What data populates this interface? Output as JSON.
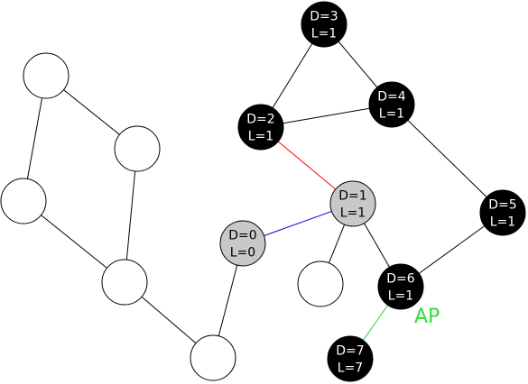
{
  "diagram": {
    "colors": {
      "background": "#ffffff",
      "edge_default": "#000000",
      "edge_red": "#ff0000",
      "edge_blue": "#0000cc",
      "edge_green": "#33cc33",
      "node_black": "#000000",
      "node_gray": "#c8c8c8",
      "node_white": "#ffffff",
      "text_on_black": "#ffffff",
      "text_on_gray": "#000000",
      "label_ap": "#33dd33"
    },
    "nodes": [
      {
        "id": "n3",
        "style": "black",
        "lines": [
          "D=3",
          "L=1"
        ]
      },
      {
        "id": "n4",
        "style": "black",
        "lines": [
          "D=4",
          "L=1"
        ]
      },
      {
        "id": "n2",
        "style": "black",
        "lines": [
          "D=2",
          "L=1"
        ]
      },
      {
        "id": "n1",
        "style": "gray",
        "lines": [
          "D=1",
          "L=1"
        ]
      },
      {
        "id": "n5",
        "style": "black",
        "lines": [
          "D=5",
          "L=1"
        ]
      },
      {
        "id": "n0",
        "style": "gray",
        "lines": [
          "D=0",
          "L=0"
        ]
      },
      {
        "id": "n6",
        "style": "black",
        "lines": [
          "D=6",
          "L=1"
        ]
      },
      {
        "id": "n7",
        "style": "black",
        "lines": [
          "D=7",
          "L=7"
        ]
      },
      {
        "id": "w1",
        "style": "white",
        "lines": []
      },
      {
        "id": "w2",
        "style": "white",
        "lines": []
      },
      {
        "id": "w3",
        "style": "white",
        "lines": []
      },
      {
        "id": "w4",
        "style": "white",
        "lines": []
      },
      {
        "id": "w5",
        "style": "white",
        "lines": []
      },
      {
        "id": "w6",
        "style": "white",
        "lines": []
      }
    ],
    "edges": [
      {
        "from": "n3",
        "to": "n2",
        "color": "edge_default"
      },
      {
        "from": "n3",
        "to": "n4",
        "color": "edge_default"
      },
      {
        "from": "n2",
        "to": "n4",
        "color": "edge_default"
      },
      {
        "from": "n4",
        "to": "n5",
        "color": "edge_default"
      },
      {
        "from": "n5",
        "to": "n6",
        "color": "edge_default"
      },
      {
        "from": "n2",
        "to": "n1",
        "color": "edge_red"
      },
      {
        "from": "n0",
        "to": "n1",
        "color": "edge_blue"
      },
      {
        "from": "n1",
        "to": "n6",
        "color": "edge_default"
      },
      {
        "from": "n1",
        "to": "w6",
        "color": "edge_default"
      },
      {
        "from": "n6",
        "to": "n7",
        "color": "edge_green"
      },
      {
        "from": "n0",
        "to": "w5",
        "color": "edge_default"
      },
      {
        "from": "w1",
        "to": "w2",
        "color": "edge_default"
      },
      {
        "from": "w1",
        "to": "w3",
        "color": "edge_default"
      },
      {
        "from": "w2",
        "to": "w4",
        "color": "edge_default"
      },
      {
        "from": "w3",
        "to": "w4",
        "color": "edge_default"
      },
      {
        "from": "w4",
        "to": "w5",
        "color": "edge_default"
      }
    ],
    "annotation": {
      "text": "AP",
      "target": "n6"
    }
  }
}
